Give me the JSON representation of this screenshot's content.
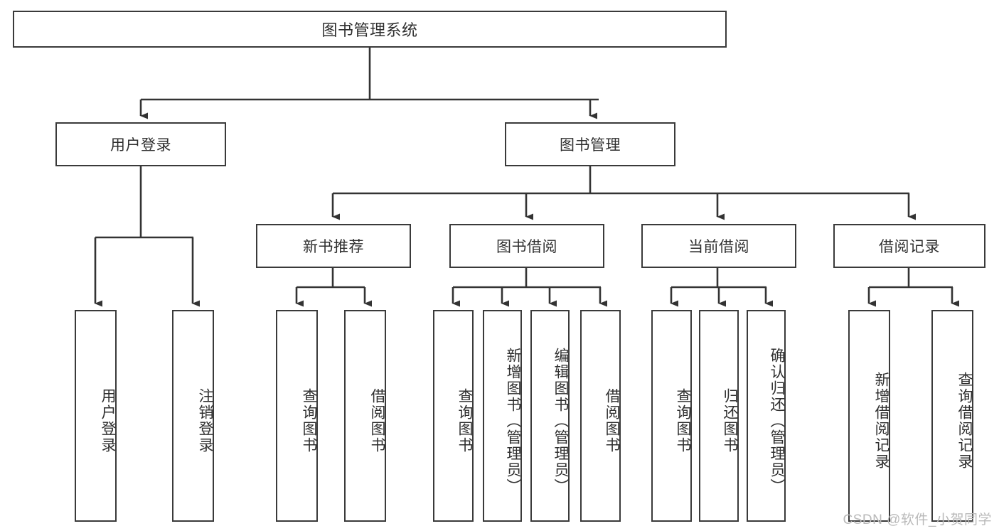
{
  "diagram": {
    "title": "图书管理系统",
    "type": "tree-hierarchy",
    "root": {
      "label": "图书管理系统"
    },
    "level1": [
      {
        "label": "用户登录"
      },
      {
        "label": "图书管理"
      }
    ],
    "level2": [
      {
        "label": "新书推荐"
      },
      {
        "label": "图书借阅"
      },
      {
        "label": "当前借阅"
      },
      {
        "label": "借阅记录"
      }
    ],
    "leaves": {
      "user_login": [
        {
          "label": "用户登录"
        },
        {
          "label": "注销登录"
        }
      ],
      "new_book_recommend": [
        {
          "label": "查询图书"
        },
        {
          "label": "借阅图书"
        }
      ],
      "book_borrow": [
        {
          "label": "查询图书"
        },
        {
          "label": "新增图书（管理员）"
        },
        {
          "label": "编辑图书（管理员）"
        },
        {
          "label": "借阅图书"
        }
      ],
      "current_borrow": [
        {
          "label": "查询图书"
        },
        {
          "label": "归还图书"
        },
        {
          "label": "确认归还（管理员）"
        }
      ],
      "borrow_record": [
        {
          "label": "新增借阅记录"
        },
        {
          "label": "查询借阅记录"
        }
      ]
    }
  },
  "watermark": {
    "text": "CSDN @软件_小贺同学"
  },
  "colors": {
    "box_border": "#3a3a3a",
    "box_fill": "#ffffff",
    "text": "#2f2f2f",
    "connector": "#333333",
    "watermark": "#b9b9b9",
    "background": "#ffffff"
  }
}
